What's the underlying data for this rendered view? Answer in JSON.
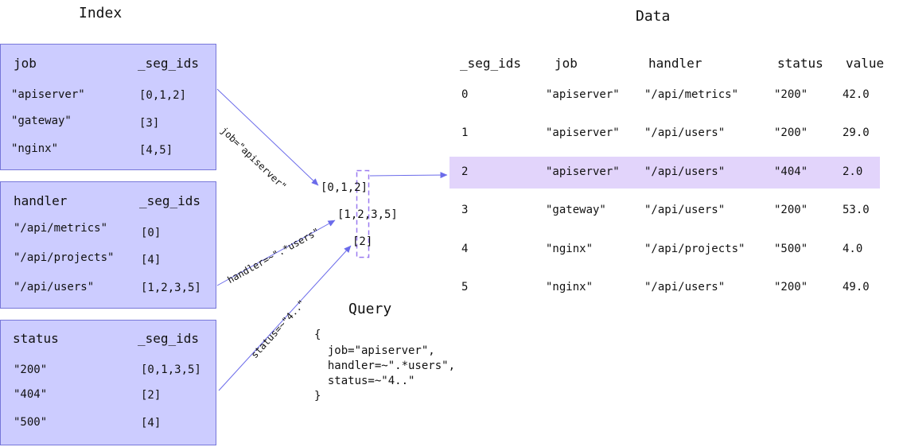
{
  "index": {
    "title": "Index",
    "tables": [
      {
        "key_header": "job",
        "ids_header": "_seg_ids",
        "rows": [
          {
            "key": "\"apiserver\"",
            "ids": "[0,1,2]"
          },
          {
            "key": "\"gateway\"",
            "ids": "[3]"
          },
          {
            "key": "\"nginx\"",
            "ids": "[4,5]"
          }
        ]
      },
      {
        "key_header": "handler",
        "ids_header": "_seg_ids",
        "rows": [
          {
            "key": "\"/api/metrics\"",
            "ids": "[0]"
          },
          {
            "key": "\"/api/projects\"",
            "ids": "[4]"
          },
          {
            "key": "\"/api/users\"",
            "ids": "[1,2,3,5]"
          }
        ]
      },
      {
        "key_header": "status",
        "ids_header": "_seg_ids",
        "rows": [
          {
            "key": "\"200\"",
            "ids": "[0,1,3,5]"
          },
          {
            "key": "\"404\"",
            "ids": "[2]"
          },
          {
            "key": "\"500\"",
            "ids": "[4]"
          }
        ]
      }
    ]
  },
  "arrows": {
    "job_label": "job=\"apiserver\"",
    "handler_label": "handler=~\".*users\"",
    "status_label": "status=~\"4..\""
  },
  "intersection": {
    "set1": "[0,1,2]",
    "set2": "[1,2,3,5]",
    "set3": "[2]"
  },
  "query": {
    "title": "Query",
    "lines": [
      "{",
      "  job=\"apiserver\",",
      "  handler=~\".*users\",",
      "  status=~\"4..\"",
      "}"
    ]
  },
  "data": {
    "title": "Data",
    "columns": [
      "_seg_ids",
      "job",
      "handler",
      "status",
      "value"
    ],
    "rows": [
      [
        "0",
        "\"apiserver\"",
        "\"/api/metrics\"",
        "\"200\"",
        "42.0"
      ],
      [
        "1",
        "\"apiserver\"",
        "\"/api/users\"",
        "\"200\"",
        "29.0"
      ],
      [
        "2",
        "\"apiserver\"",
        "\"/api/users\"",
        "\"404\"",
        "2.0"
      ],
      [
        "3",
        "\"gateway\"",
        "\"/api/users\"",
        "\"200\"",
        "53.0"
      ],
      [
        "4",
        "\"nginx\"",
        "\"/api/projects\"",
        "\"500\"",
        "4.0"
      ],
      [
        "5",
        "\"nginx\"",
        "\"/api/users\"",
        "\"200\"",
        "49.0"
      ]
    ],
    "highlighted_row": 2,
    "highlight_color": "#e2d4fb"
  },
  "colors": {
    "box_fill": "#ccccff",
    "box_border": "#7777d9",
    "arrow": "#6b6bea",
    "dashed": "#9a7af0"
  }
}
